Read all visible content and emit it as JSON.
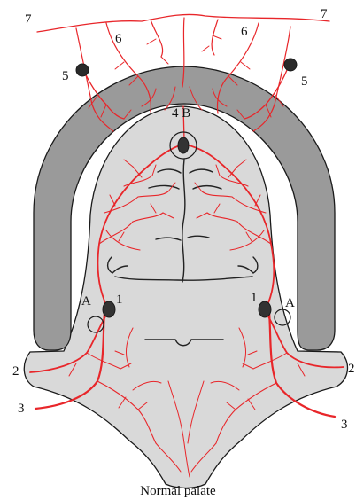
{
  "caption": "Normal palate",
  "labels": {
    "l1_left": "1",
    "l1_right": "1",
    "l2_left": "2",
    "l2_right": "2",
    "l3_left": "3",
    "l3_right": "3",
    "l4b": "4 B",
    "l5_left": "5",
    "l5_right": "5",
    "l6_left": "6",
    "l6_right": "6",
    "l7_left": "7",
    "l7_right": "7",
    "a_left": "A",
    "a_right": "A"
  },
  "colors": {
    "vessel": "#e8262a",
    "palate": "#d9d9d9",
    "gum_arch": "#9a9a9a",
    "foramen": "#333333",
    "outline": "#1a1a1a"
  }
}
